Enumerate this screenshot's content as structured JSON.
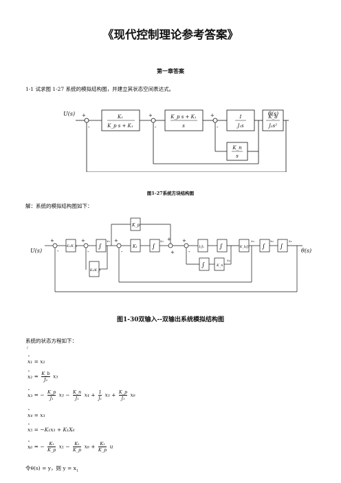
{
  "doc": {
    "title": "《现代控制理论参考答案》",
    "chapter": "第一章答案",
    "question": "1-1  试求图 1-27 系统的模拟结构图，并建立其状态空间表达式。",
    "fig1_caption": "图1-27系统方块结构图",
    "solution_intro": "解：系统的模拟结构图如下：",
    "fig2_caption": "图1-30双输入--双输出系统模拟结构图",
    "state_intro": "系统的状态方程如下：",
    "tiny_mark": "/",
    "final_line_a": "令θ(s) = y，则 y = x",
    "final_line_sub": "1"
  },
  "fig1": {
    "input_label": "U(s)",
    "output_label": "θ(s)",
    "block1_num": "K₁",
    "block1_den": "K_p s + K₁",
    "block2_num": "K_p s + K₁",
    "block2_den": "s",
    "block3_num": "1",
    "block3_den": "J₁s",
    "block4_num": "K_b",
    "block4_den": "J₂s²",
    "feedback_num": "K_n",
    "feedback_den": "s",
    "plus": "+",
    "minus": "-"
  },
  "fig2": {
    "input_label": "U(s)",
    "output_label": "θ(s)",
    "b1": "K₁/K_p",
    "b_top": "K_p",
    "b_fb": "K₁/K_p",
    "b_k1": "K₁",
    "b_j1": "1/J₁",
    "b_kb": "K_b/J₂",
    "b_kn": "K_n",
    "integ": "∫",
    "x1": "x₁",
    "x2": "x₂",
    "x3": "x₃",
    "x4": "x₄",
    "x5": "x₅",
    "x6": "x₆",
    "plus": "+",
    "minus": "-"
  },
  "equations": {
    "e1_lhs": "x₁",
    "e1_rhs": "= x₂",
    "e2_lhs": "x₂",
    "e2_eq": "=",
    "e2_num": "K_b",
    "e2_den": "J₂",
    "e2_var": "x₃",
    "e3_lhs": "x₃",
    "e3_eq": "= −",
    "e3_f1n": "K_p",
    "e3_f1d": "J₁",
    "e3_v1": "x₃ −",
    "e3_f2n": "K_n",
    "e3_f2d": "J₁",
    "e3_v2": "x₄ +",
    "e3_f3n": "1",
    "e3_f3d": "J₁",
    "e3_v3": "x₅ +",
    "e3_f4n": "K_p",
    "e3_f4d": "J₁",
    "e3_v4": "x₆",
    "e4_lhs": "x₄",
    "e4_rhs": "= x₃",
    "e5_lhs": "x₅",
    "e5_rhs": "= −K₁x₃ + K₁X₆",
    "e6_lhs": "x₆",
    "e6_eq": "= −",
    "e6_f1n": "K₁",
    "e6_f1d": "K_p",
    "e6_v1": "x₁ −",
    "e6_f2n": "K₁",
    "e6_f2d": "K_p",
    "e6_v2": "x₆ +",
    "e6_f3n": "K₁",
    "e6_f3d": "K_p",
    "e6_v3": "u"
  }
}
